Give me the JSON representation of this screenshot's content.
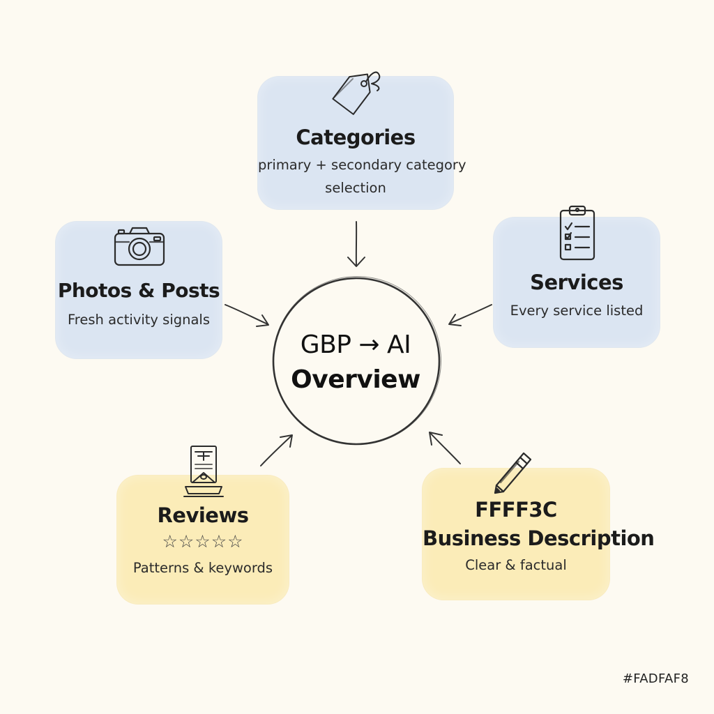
{
  "hub": {
    "line1": "GBP → AI",
    "line2": "Overview"
  },
  "nodes": {
    "categories": {
      "icon": "price-tag-icon",
      "title": "Categories",
      "subtitle_line1": "primary + secondary category",
      "subtitle_line2": "selection",
      "color": "#DBE5F2"
    },
    "photos_posts": {
      "icon": "camera-icon",
      "title": "Photos & Posts",
      "subtitle": "Fresh activity signals",
      "color": "#DBE5F2"
    },
    "services": {
      "icon": "clipboard-checklist-icon",
      "title": "Services",
      "subtitle": "Every service listed",
      "color": "#DBE5F2"
    },
    "reviews": {
      "icon": "review-box-icon",
      "title": "Reviews",
      "stars": "☆☆☆☆☆",
      "subtitle": "Patterns & keywords",
      "color": "#FBECB8"
    },
    "business_description": {
      "icon": "pencil-icon",
      "title_line1": "FFFF3C",
      "title_line2": "Business Description",
      "subtitle": "Clear & factual",
      "color": "#FBECB8"
    }
  },
  "corner_label": "#FADFAF8",
  "colors": {
    "background": "#FDFAF2",
    "blue_box": "#DBE5F2",
    "yellow_box": "#FBECB8",
    "ink": "#1E1E1E"
  }
}
